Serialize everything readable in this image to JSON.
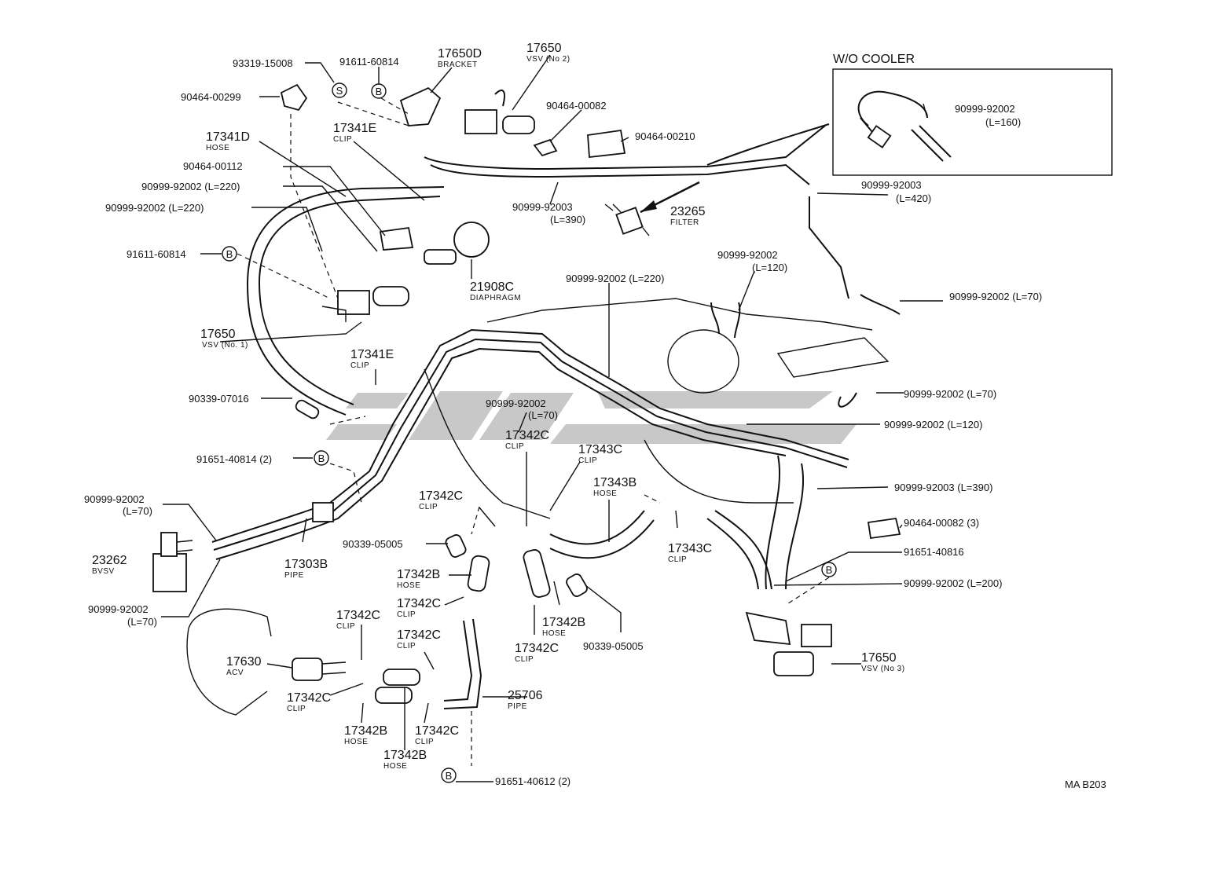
{
  "diagram_code": "MA B203",
  "inset": {
    "title": "W/O COOLER"
  },
  "callout_letters": {
    "b": "B",
    "s": "S"
  },
  "labels": {
    "p93319": "93319-15008",
    "p90464_00299": "90464-00299",
    "p91611_top": "91611-60814",
    "p17650D": "17650D",
    "p17650D_sub": "BRACKET",
    "p17650_top": "17650",
    "p17650_top_sub": "VSV (No 2)",
    "p90464_00082_top": "90464-00082",
    "p90464_00210": "90464-00210",
    "p17341D": "17341D",
    "p17341D_sub": "HOSE",
    "p17341E_top": "17341E",
    "p17341E_top_sub": "CLIP",
    "p90464_00112": "90464-00112",
    "p90999_220a": "90999-92002 (L=220)",
    "p90999_220b": "90999-92002 (L=220)",
    "p91611_left": "91611-60814",
    "p21908C": "21908C",
    "p21908C_sub": "DIAPHRAGM",
    "p90999_390top": "90999-92003",
    "p90999_390top_l": "(L=390)",
    "p23265": "23265",
    "p23265_sub": "FILTER",
    "p90999_inset": "90999-92002",
    "p90999_inset_l": "(L=160)",
    "p90999_420": "90999-92003",
    "p90999_420_l": "(L=420)",
    "p90999_120top": "90999-92002",
    "p90999_120top_l": "(L=120)",
    "p90999_220mid": "90999-92002 (L=220)",
    "p90999_70r1": "90999-92002 (L=70)",
    "p17650_left": "17650",
    "p17650_left_sub": "VSV (No. 1)",
    "p17341E_mid": "17341E",
    "p17341E_mid_sub": "CLIP",
    "p90999_70r2": "90999-92002 (L=70)",
    "p90339_07016": "90339-07016",
    "p90999_70mid": "90999-92002",
    "p90999_70mid_l": "(L=70)",
    "p90999_120r": "90999-92002 (L=120)",
    "p17342C_a": "17342C",
    "p17342C_a_sub": "CLIP",
    "p17343C_a": "17343C",
    "p17343C_a_sub": "CLIP",
    "p91651_40814": "91651-40814 (2)",
    "p17343B": "17343B",
    "p17343B_sub": "HOSE",
    "p90999_390r": "90999-92003 (L=390)",
    "p90999_70l1": "90999-92002",
    "p90999_70l1_l": "(L=70)",
    "p17342C_b": "17342C",
    "p17342C_b_sub": "CLIP",
    "p90464_00082_r": "90464-00082 (3)",
    "p23262": "23262",
    "p23262_sub": "BVSV",
    "p17303B": "17303B",
    "p17303B_sub": "PIPE",
    "p90339_05005a": "90339-05005",
    "p17343C_b": "17343C",
    "p17343C_b_sub": "CLIP",
    "p91651_40816": "91651-40816",
    "p17342B_a": "17342B",
    "p17342B_a_sub": "HOSE",
    "p90999_200": "90999-92002 (L=200)",
    "p90999_70l2": "90999-92002",
    "p90999_70l2_l": "(L=70)",
    "p17342C_c": "17342C",
    "p17342C_c_sub": "CLIP",
    "p17342B_b": "17342B",
    "p17342B_b_sub": "HOSE",
    "p17342C_d": "17342C",
    "p17342C_d_sub": "CLIP",
    "p17342C_e": "17342C",
    "p17342C_e_sub": "CLIP",
    "p90339_05005b": "90339-05005",
    "p17342C_f": "17342C",
    "p17342C_f_sub": "CLIP",
    "p17630": "17630",
    "p17630_sub": "ACV",
    "p17650_r": "17650",
    "p17650_r_sub": "VSV (No 3)",
    "p17342C_g": "17342C",
    "p17342C_g_sub": "CLIP",
    "p25706": "25706",
    "p25706_sub": "PIPE",
    "p17342B_c": "17342B",
    "p17342B_c_sub": "HOSE",
    "p17342C_h": "17342C",
    "p17342C_h_sub": "CLIP",
    "p17342B_d": "17342B",
    "p17342B_d_sub": "HOSE",
    "p91651_40612": "91651-40612 (2)"
  }
}
